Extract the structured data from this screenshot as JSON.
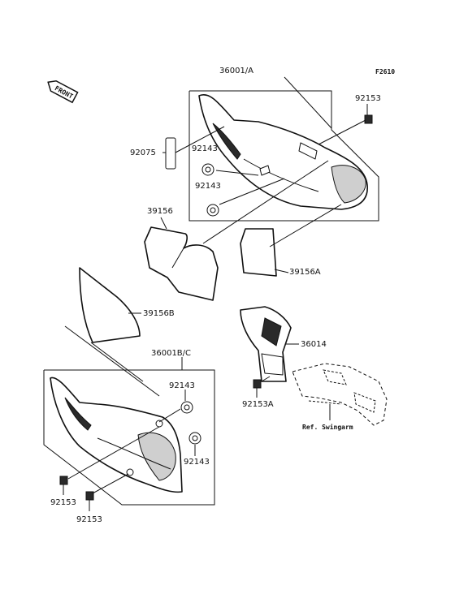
{
  "diagram_code": "F2610",
  "front_label": "FRONT",
  "callouts": {
    "cover_assy_a": "36001/A",
    "cover_assy_bc": "36001B/C",
    "bolt_top": "92153",
    "bolt_a": "92153A",
    "bolt_bottom_1": "92153",
    "bolt_bottom_2": "92153",
    "damper_1": "92143",
    "damper_2": "92143",
    "damper_3": "92143",
    "damper_4": "92143",
    "pad": "92075",
    "sticker": "39156",
    "sticker_a": "39156A",
    "sticker_b": "39156B",
    "guard": "36014"
  },
  "reference_note": "Ref. Swingarm"
}
